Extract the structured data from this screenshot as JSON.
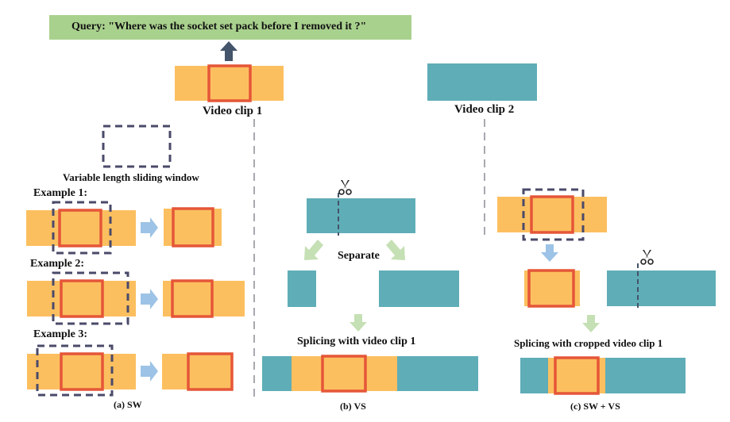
{
  "query": "Query: \"Where was the socket set pack before I removed it ?\"",
  "clip1_label": "Video clip 1",
  "clip2_label": "Video clip 2",
  "window_label": "Variable length sliding window",
  "examples": [
    "Example 1:",
    "Example 2:",
    "Example 3:"
  ],
  "separate_label": "Separate",
  "splice_b_label": "Splicing with video clip 1",
  "splice_c_label": "Splicing with cropped video clip 1",
  "captions": {
    "a": "(a)  SW",
    "b": "(b) VS",
    "c": "(c) SW + VS"
  },
  "colors": {
    "orange": "#fcbf5f",
    "teal": "#5fadb7",
    "red": "#e55638",
    "dash": "#4a4a6a",
    "green_query": "#a9d18e",
    "blue_arrow": "#9dc3e6",
    "green_arrow": "#c5e0b4",
    "dark_arrow": "#44546a",
    "divider": "#a8a8b0"
  },
  "icons": {
    "scissors": "scissors-icon"
  }
}
